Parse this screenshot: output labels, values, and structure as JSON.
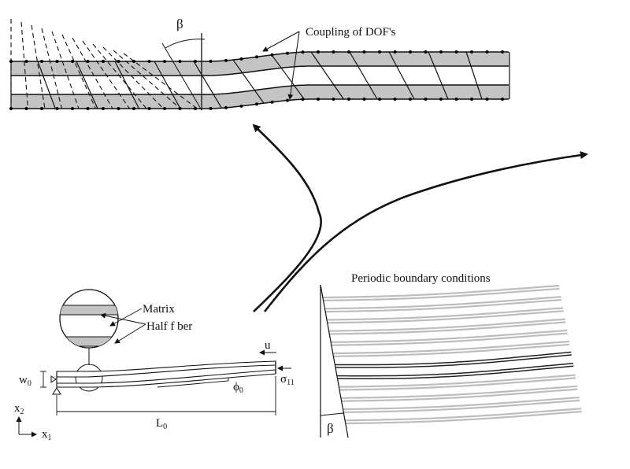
{
  "figure": {
    "top_panel": {
      "name": "deformed-fe-mesh",
      "angle_label": "β",
      "annotation": "Coupling of DOF's"
    },
    "right_panel": {
      "title": "Periodic boundary conditions",
      "angle_label": "β"
    },
    "bottom_left_panel": {
      "name": "kink-band-model",
      "labels": {
        "matrix": "Matrix",
        "half_fiber": "Half f ber",
        "w0": "w",
        "w0_sub": "0",
        "u": "u",
        "sigma": "σ",
        "sigma_sub": "11",
        "phi": "ϕ",
        "phi_sub": "0",
        "length": "L",
        "length_sub": "0",
        "x1": "x",
        "x1_sub": "1",
        "x2": "x",
        "x2_sub": "2"
      }
    },
    "colors": {
      "fiber_fill": "#c4c4c4",
      "line": "#111111",
      "stripe_light": "#bdbdbd",
      "stripe_dark": "#222222"
    }
  }
}
